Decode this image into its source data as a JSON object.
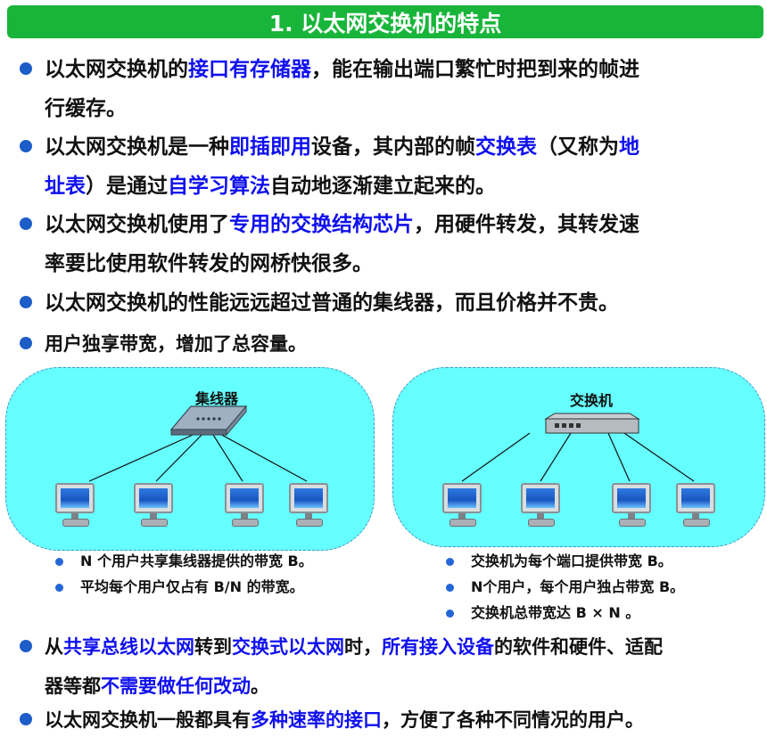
{
  "title": "1. 以太网交换机的特点",
  "bullets": [
    {
      "l1_a": "以太网交换机的",
      "l1_b": "接口有存储器",
      "l1_c": "，能在输出端口繁忙时把到来的帧进",
      "l2": "行缓存。"
    },
    {
      "l1_a": "以太网交换机是一种",
      "l1_b": "即插即用",
      "l1_c": "设备，其内部的帧",
      "l1_d": "交换表",
      "l1_e": "（又称为",
      "l1_f": "地",
      "l2_a": "址表",
      "l2_b": "）是通过",
      "l2_c": "自学习算法",
      "l2_d": "自动地逐渐建立起来的。"
    },
    {
      "l1_a": "以太网交换机使用了",
      "l1_b": "专用的交换结构芯片",
      "l1_c": "，用硬件转发，其转发速",
      "l2": "率要比使用软件转发的网桥快很多。"
    },
    {
      "l1": "以太网交换机的性能远远超过普通的集线器，而且价格并不贵。"
    },
    {
      "l1": "用户独享带宽，增加了总容量。"
    }
  ],
  "diagram": {
    "hub_label": "集线器",
    "switch_label": "交换机",
    "hub_notes": [
      "N 个用户共享集线器提供的带宽 B。",
      "平均每个用户仅占有 B/N 的带宽。"
    ],
    "switch_notes": [
      "交换机为每个端口提供带宽 B。",
      "N个用户，每个用户独占带宽 B。",
      "交换机总带宽达 B × N 。"
    ]
  },
  "bottom": [
    {
      "l1_a": "从",
      "l1_b": "共享总线以太网",
      "l1_c": "转到",
      "l1_d": "交换式以太网",
      "l1_e": "时，",
      "l1_f": "所有接入设备",
      "l1_g": "的软件和硬件、适配",
      "l2_a": "器等都",
      "l2_b": "不需要做任何改动",
      "l2_c": "。"
    },
    {
      "l1_a": "以太网交换机一般都具有",
      "l1_b": "多种速率的接口",
      "l1_c": "，方便了各种不同情况的用户。"
    }
  ],
  "colors": {
    "title_bg": "#18b53a",
    "highlight": "#1010ee",
    "bullet_dot": "#1c5dc7",
    "cloud": "#66ffff"
  }
}
